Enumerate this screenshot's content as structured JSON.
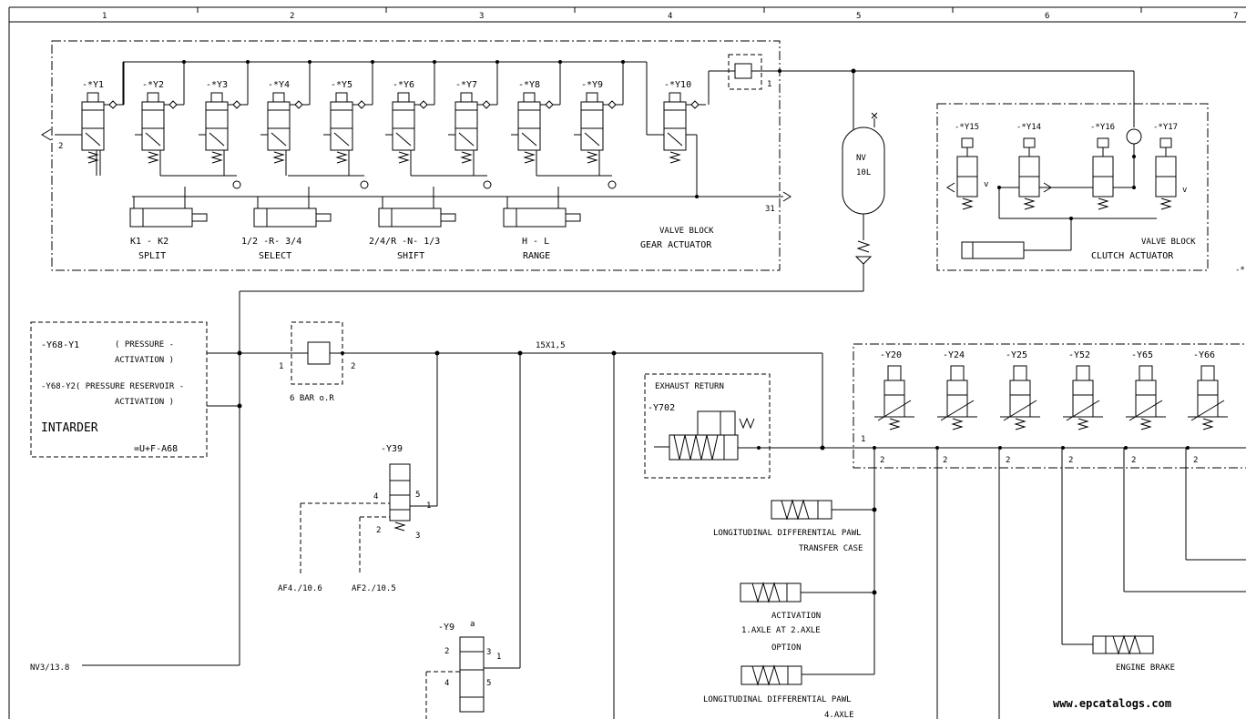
{
  "column_numbers": [
    "1",
    "2",
    "3",
    "4",
    "5",
    "6",
    "7"
  ],
  "gear_block": {
    "valves": [
      "-*Y1",
      "-*Y2",
      "-*Y3",
      "-*Y4",
      "-*Y5",
      "-*Y6",
      "-*Y7",
      "-*Y8",
      "-*Y9",
      "-*Y10"
    ],
    "port_in": "2",
    "port_out": "31",
    "port_check": "1",
    "functions": [
      {
        "top": "K1 - K2",
        "bottom": "SPLIT"
      },
      {
        "top": "1/2 -R- 3/4",
        "bottom": "SELECT"
      },
      {
        "top": "2/4/R -N- 1/3",
        "bottom": "SHIFT"
      },
      {
        "top": "H - L",
        "bottom": "RANGE"
      }
    ],
    "title_small": "VALVE BLOCK",
    "title": "GEAR ACTUATOR"
  },
  "reservoir": {
    "name": "NV",
    "volume": "10L"
  },
  "clutch_block": {
    "valves": [
      "-*Y15",
      "-*Y14",
      "-*Y16",
      "-*Y17"
    ],
    "title_small": "VALVE BLOCK",
    "title": "CLUTCH ACTUATOR",
    "edge_mark": "-*"
  },
  "intarder": {
    "line1_code": "-Y68-Y1",
    "line1_text_a": "( PRESSURE -",
    "line1_text_b": "ACTIVATION )",
    "line2_text": "-Y68-Y2( PRESSURE RESERVOIR -",
    "line2_text_b": "ACTIVATION )",
    "title": "INTARDER",
    "code": "=U+F-A68"
  },
  "pressure_valve": {
    "label": "6 BAR o.R",
    "port_in": "1",
    "port_out": "2"
  },
  "pipe_label": "15X1,5",
  "y39": {
    "name": "-Y39",
    "ports": [
      "4",
      "5",
      "1",
      "2",
      "3"
    ],
    "ref_a": "AF4./10.6",
    "ref_b": "AF2./10.5"
  },
  "y9": {
    "name": "-Y9",
    "mark": "a",
    "ports": [
      "2",
      "3",
      "1",
      "4",
      "5"
    ]
  },
  "nv_ref": "NV3/13.8",
  "exhaust": {
    "title": "EXHAUST RETURN",
    "valve": "-Y702"
  },
  "right_block": {
    "valves": [
      "-Y20",
      "-Y24",
      "-Y25",
      "-Y52",
      "-Y65",
      "-Y66"
    ],
    "port_in": "1",
    "port_outs": [
      "2",
      "2",
      "2",
      "2",
      "2",
      "2"
    ]
  },
  "cylinders": [
    {
      "label_a": "LONGITUDINAL DIFFERENTIAL PAWL",
      "label_b": "TRANSFER CASE"
    },
    {
      "label_a": "ACTIVATION",
      "label_b": "1.AXLE AT 2.AXLE",
      "label_c": "OPTION"
    },
    {
      "label_a": "LONGITUDINAL DIFFERENTIAL PAWL",
      "label_b": "4.AXLE"
    }
  ],
  "engine_brake": "ENGINE BRAKE",
  "watermark": "www.epcatalogs.com"
}
